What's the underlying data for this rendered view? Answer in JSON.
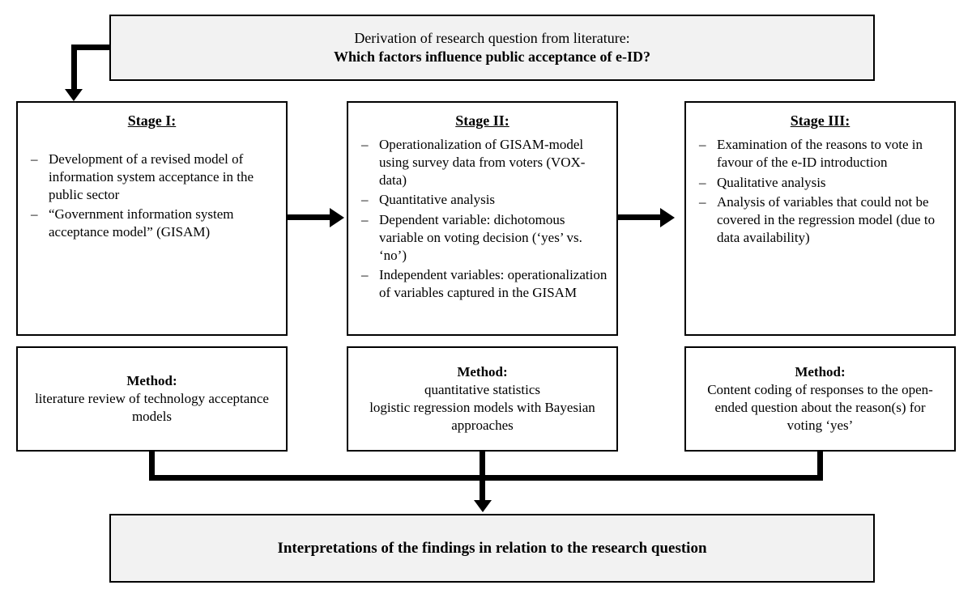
{
  "top_box": {
    "line1": "Derivation of research question from literature:",
    "line2": "Which factors influence public acceptance of e-ID?"
  },
  "list_marker": "–",
  "stages": [
    {
      "title": "Stage I:",
      "items": [
        "Development of a revised model of information system acceptance in the public sector",
        "“Government information system acceptance model” (GISAM)"
      ]
    },
    {
      "title": "Stage II:",
      "items": [
        "Operationalization of GISAM-model using survey data from voters (VOX-data)",
        "Quantitative analysis",
        "Dependent variable: dichotomous variable on voting decision (‘yes’ vs. ‘no’)",
        "Independent variables: operationalization of variables captured in the GISAM"
      ]
    },
    {
      "title": "Stage III:",
      "items": [
        "Examination of the reasons to vote in favour of the e-ID introduction",
        "Qualitative analysis",
        "Analysis of variables that could not be covered in the regression model (due to data availability)"
      ]
    }
  ],
  "methods": [
    {
      "label": "Method:",
      "lines": [
        "literature review of technology acceptance models"
      ]
    },
    {
      "label": "Method:",
      "lines": [
        "quantitative statistics",
        "logistic regression models with Bayesian approaches"
      ]
    },
    {
      "label": "Method:",
      "lines": [
        "Content coding of responses to the open-ended question about the reason(s) for voting ‘yes’"
      ]
    }
  ],
  "bottom_box": {
    "text": "Interpretations of the findings in relation to the research question"
  },
  "colors": {
    "box_fill_shaded": "#f2f2f2",
    "border": "#000000",
    "arrow": "#000000"
  }
}
